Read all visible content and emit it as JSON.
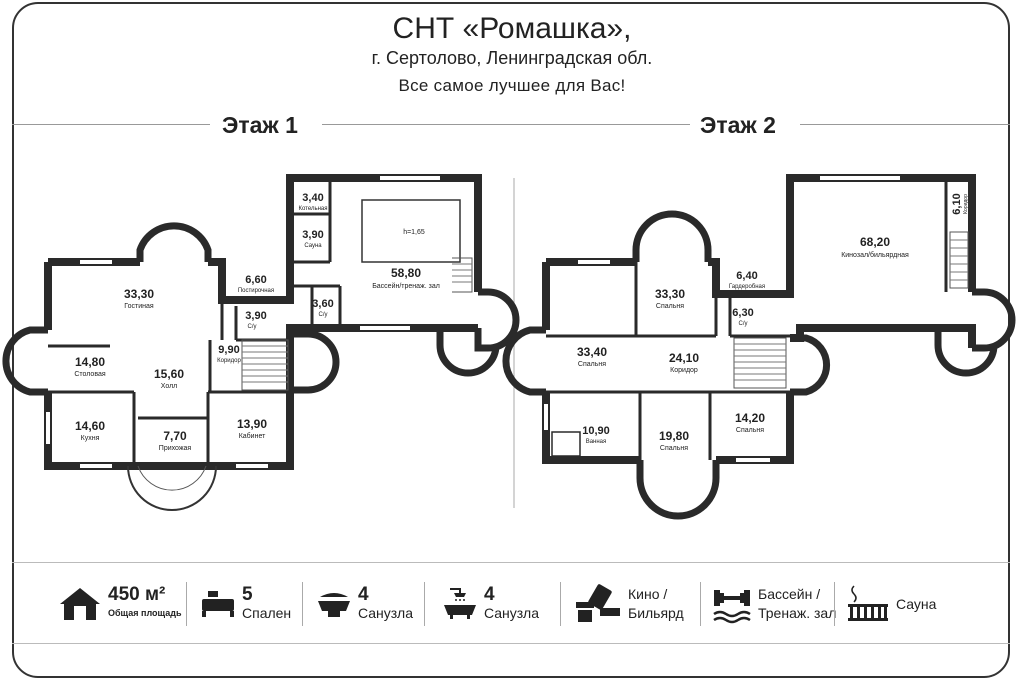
{
  "header": {
    "title": "СНТ «Ромашка»,",
    "address": "г. Сертолово, Ленинградская обл.",
    "tagline": "Все самое лучшее для Вас!"
  },
  "floors": [
    {
      "title": "Этаж 1",
      "rooms": [
        {
          "area": "3,40",
          "name": "Котельная"
        },
        {
          "area": "3,90",
          "name": "Сауна"
        },
        {
          "area": "58,80",
          "name": "Бассейн/тренаж. зал"
        },
        {
          "area": "33,30",
          "name": "Гостиная"
        },
        {
          "area": "6,60",
          "name": "Постирочная"
        },
        {
          "area": "3,90",
          "name": "С/у"
        },
        {
          "area": "3,60",
          "name": "С/у"
        },
        {
          "area": "9,90",
          "name": "Коридор"
        },
        {
          "area": "14,80",
          "name": "Столовая"
        },
        {
          "area": "15,60",
          "name": "Холл"
        },
        {
          "area": "14,60",
          "name": "Кухня"
        },
        {
          "area": "7,70",
          "name": "Прихожая"
        },
        {
          "area": "13,90",
          "name": "Кабинет"
        }
      ],
      "pool_note": "h=1,65"
    },
    {
      "title": "Этаж 2",
      "rooms": [
        {
          "area": "6,10",
          "name": "Коридор"
        },
        {
          "area": "68,20",
          "name": "Кинозал/бильярдная"
        },
        {
          "area": "33,30",
          "name": "Спальня"
        },
        {
          "area": "6,40",
          "name": "Гардеробная"
        },
        {
          "area": "6,30",
          "name": "С/у"
        },
        {
          "area": "33,40",
          "name": "Спальня"
        },
        {
          "area": "24,10",
          "name": "Коридор"
        },
        {
          "area": "10,90",
          "name": "Ванная"
        },
        {
          "area": "19,80",
          "name": "Спальня"
        },
        {
          "area": "14,20",
          "name": "Спальня"
        }
      ]
    }
  ],
  "features": [
    {
      "icon": "house-icon",
      "value": "450 м²",
      "label": "Общая площадь"
    },
    {
      "icon": "bed-icon",
      "value": "5",
      "label": "Спален"
    },
    {
      "icon": "toilet-icon",
      "value": "4",
      "label": "Санузла"
    },
    {
      "icon": "shower-icon",
      "value": "4",
      "label": "Санузла"
    },
    {
      "icon": "cinema-icon",
      "line1": "Кино /",
      "line2": "Бильярд"
    },
    {
      "icon": "dumbbell-pool-icon",
      "line1": "Бассейн /",
      "line2": "Тренаж. зал"
    },
    {
      "icon": "sauna-icon",
      "line1": "Сауна"
    }
  ]
}
